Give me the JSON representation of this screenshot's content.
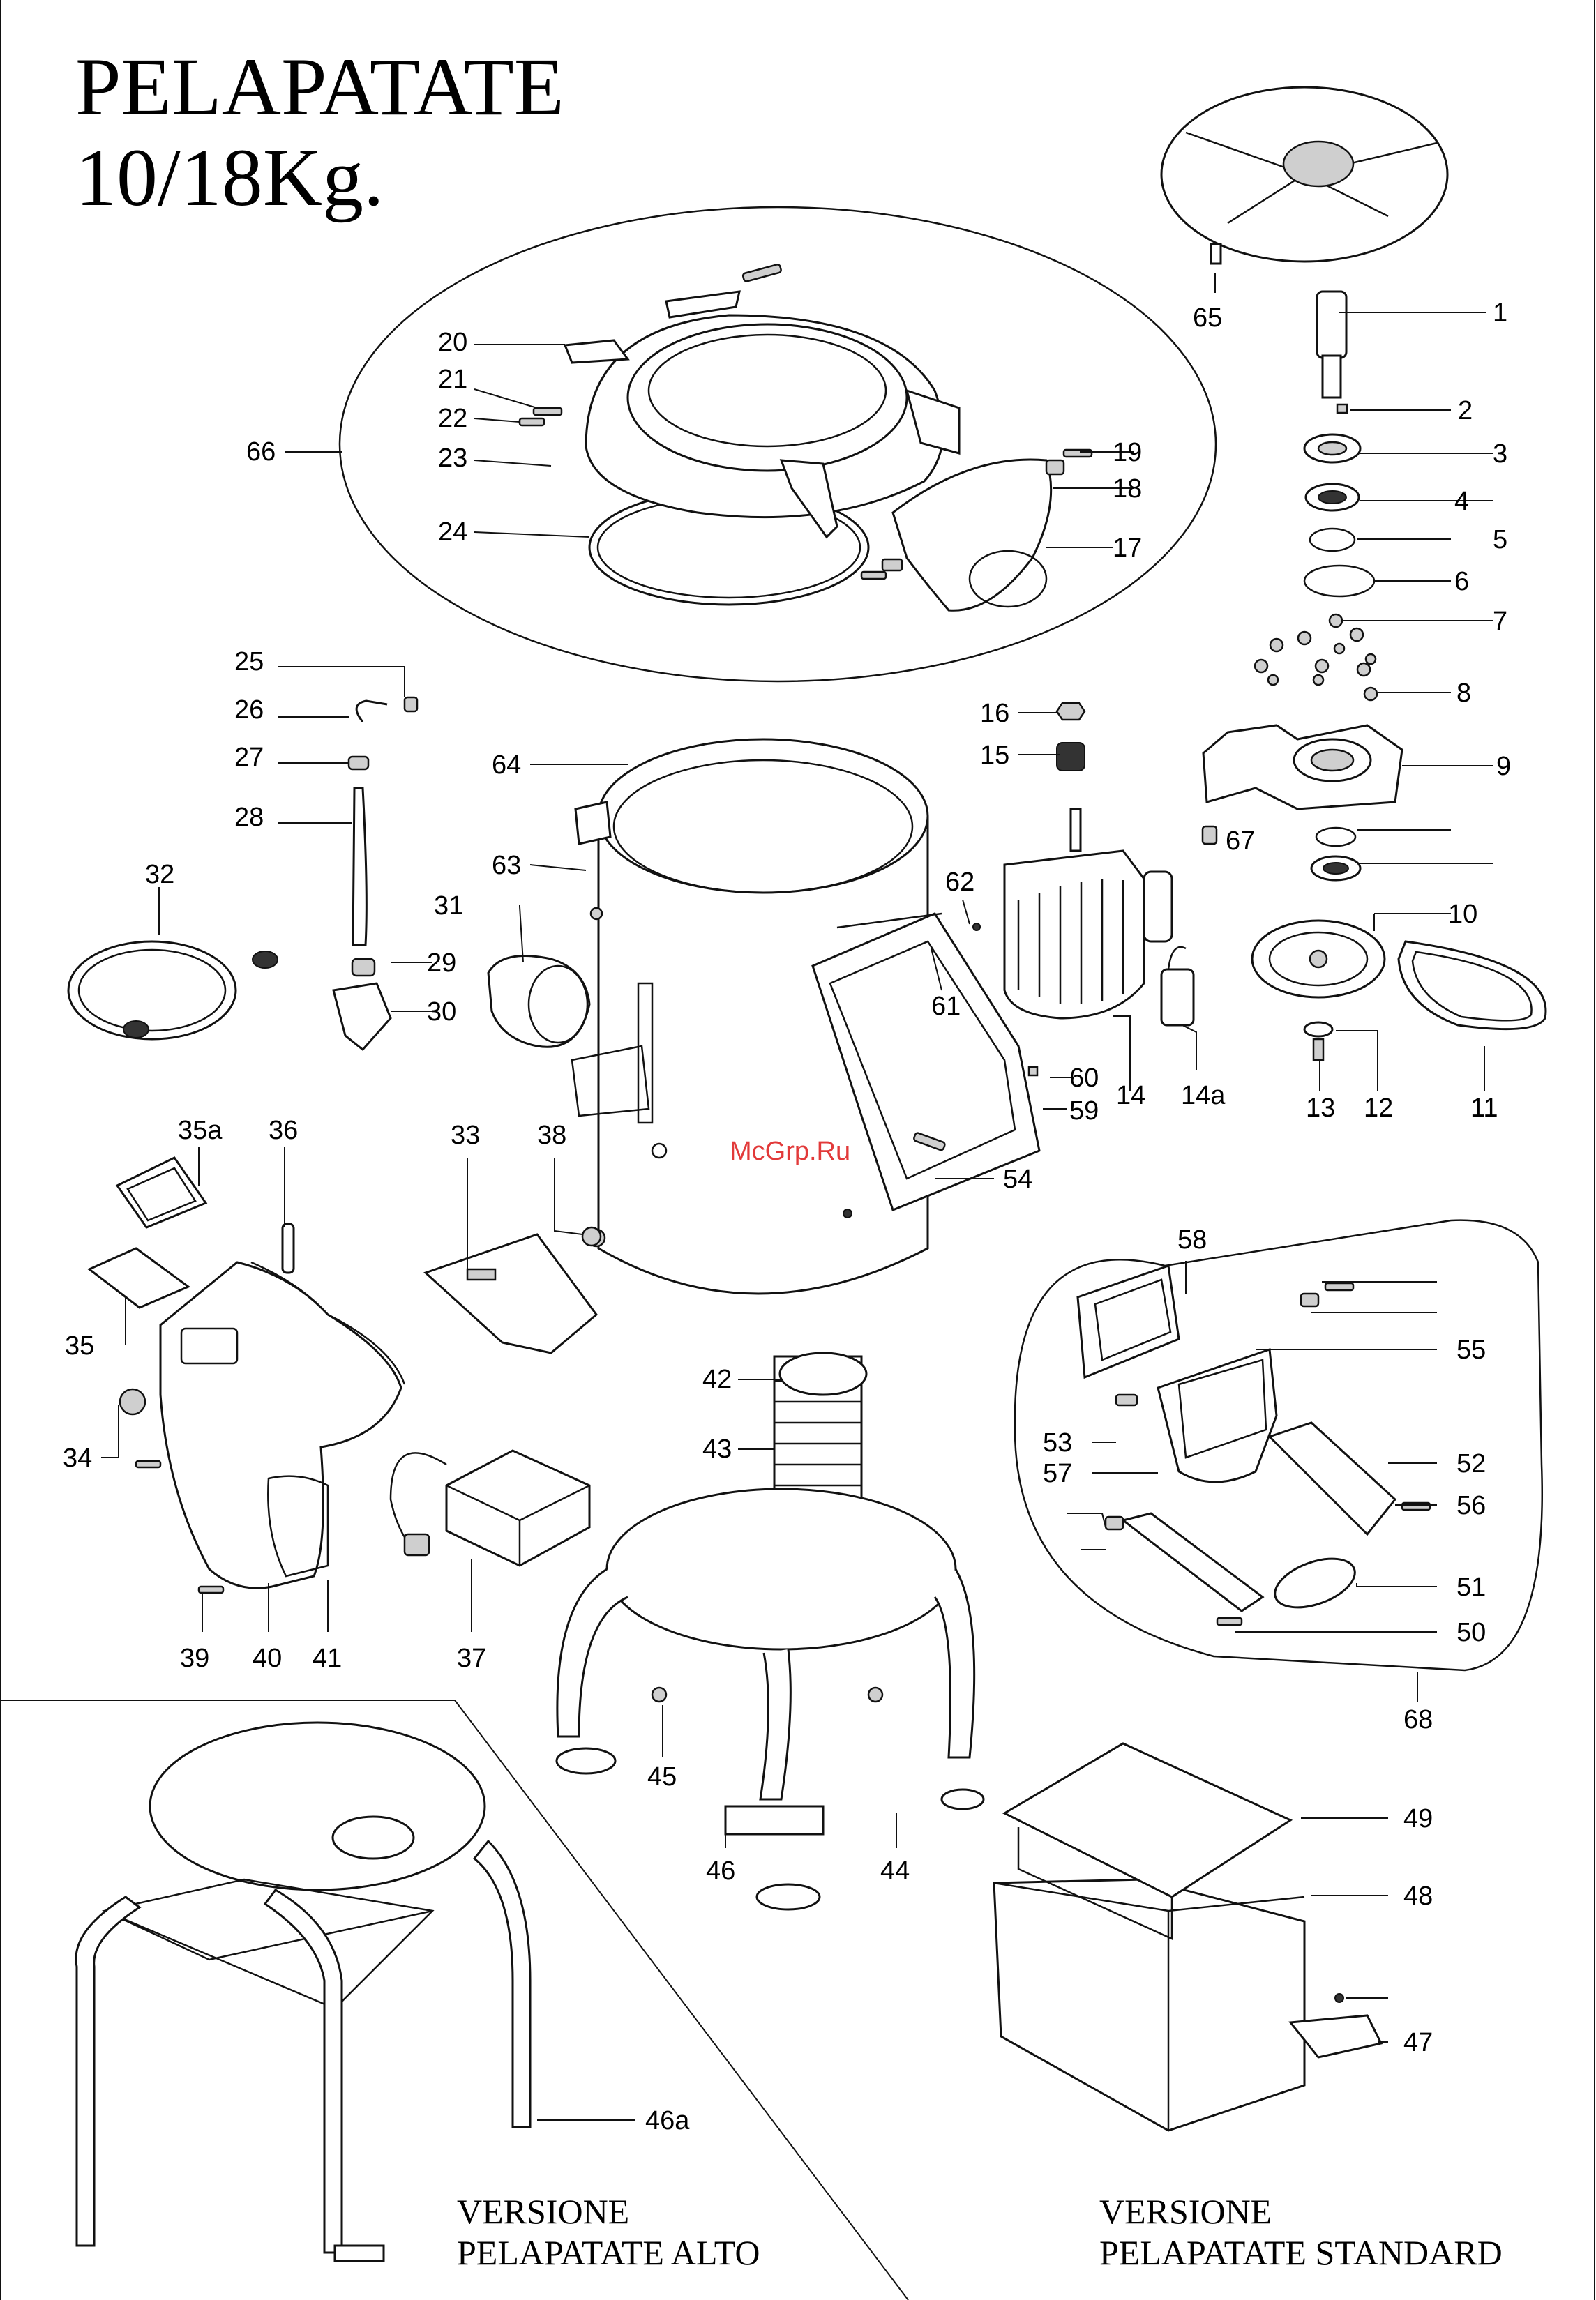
{
  "title": {
    "line1": "PELAPATATE",
    "line2": "10/18Kg."
  },
  "watermark": "McGrp.Ru",
  "captions": {
    "alto": {
      "line1": "VERSIONE",
      "line2": "PELAPATATE ALTO"
    },
    "standard": {
      "line1": "VERSIONE",
      "line2": "PELAPATATE STANDARD"
    }
  },
  "part_labels": [
    "1",
    "2",
    "3",
    "4",
    "5",
    "6",
    "7",
    "8",
    "9",
    "10",
    "11",
    "12",
    "13",
    "14",
    "14a",
    "15",
    "16",
    "17",
    "18",
    "19",
    "20",
    "21",
    "22",
    "23",
    "24",
    "25",
    "26",
    "27",
    "28",
    "29",
    "30",
    "31",
    "32",
    "33",
    "34",
    "35",
    "35a",
    "36",
    "37",
    "38",
    "39",
    "40",
    "41",
    "42",
    "43",
    "44",
    "45",
    "46",
    "46a",
    "47",
    "48",
    "49",
    "50",
    "51",
    "52",
    "53",
    "54",
    "55",
    "56",
    "57",
    "58",
    "59",
    "60",
    "61",
    "62",
    "63",
    "64",
    "65",
    "66",
    "67",
    "68"
  ]
}
